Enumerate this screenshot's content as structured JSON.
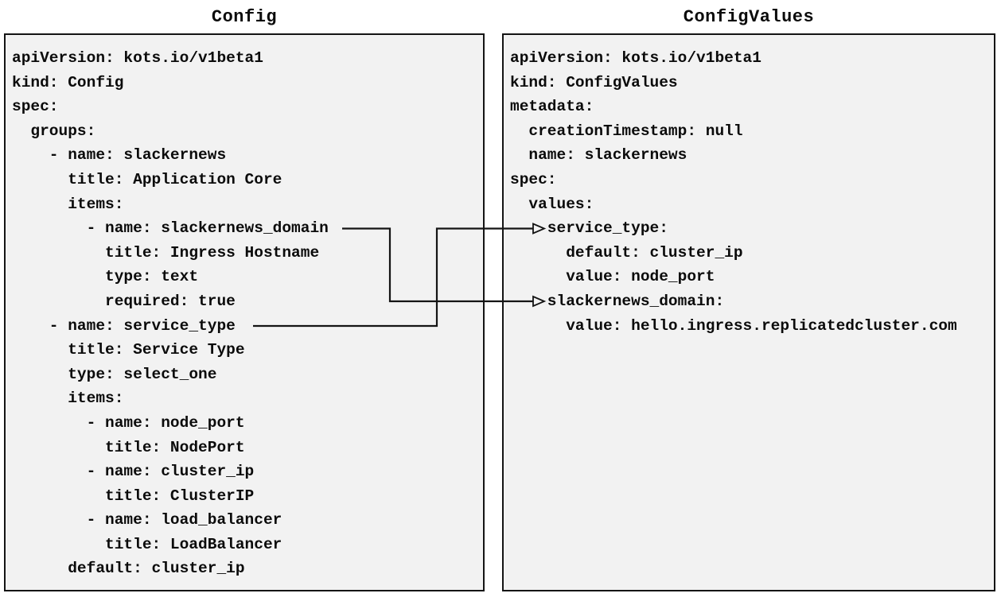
{
  "left_panel": {
    "title": "Config",
    "code_lines": [
      "apiVersion: kots.io/v1beta1",
      "kind: Config",
      "spec:",
      "  groups:",
      "    - name: slackernews",
      "      title: Application Core",
      "      items:",
      "        - name: slackernews_domain",
      "          title: Ingress Hostname",
      "          type: text",
      "          required: true",
      "    - name: service_type",
      "      title: Service Type",
      "      type: select_one",
      "      items:",
      "        - name: node_port",
      "          title: NodePort",
      "        - name: cluster_ip",
      "          title: ClusterIP",
      "        - name: load_balancer",
      "          title: LoadBalancer",
      "      default: cluster_ip"
    ]
  },
  "right_panel": {
    "title": "ConfigValues",
    "code_lines": [
      "apiVersion: kots.io/v1beta1",
      "kind: ConfigValues",
      "metadata:",
      "  creationTimestamp: null",
      "  name: slackernews",
      "spec:",
      "  values:",
      "    service_type:",
      "      default: cluster_ip",
      "      value: node_port",
      "    slackernews_domain:",
      "      value: hello.ingress.replicatedcluster.com"
    ]
  },
  "connectors": [
    {
      "from": "Config item name: slackernews_domain",
      "to": "ConfigValues value key: slackernews_domain"
    },
    {
      "from": "Config item name: service_type",
      "to": "ConfigValues value key: service_type"
    }
  ],
  "colors": {
    "panel_background": "#f2f2f2",
    "panel_border": "#141414",
    "text_color": "#0b0b0b",
    "connector_color": "#141414",
    "page_background": "#ffffff"
  }
}
